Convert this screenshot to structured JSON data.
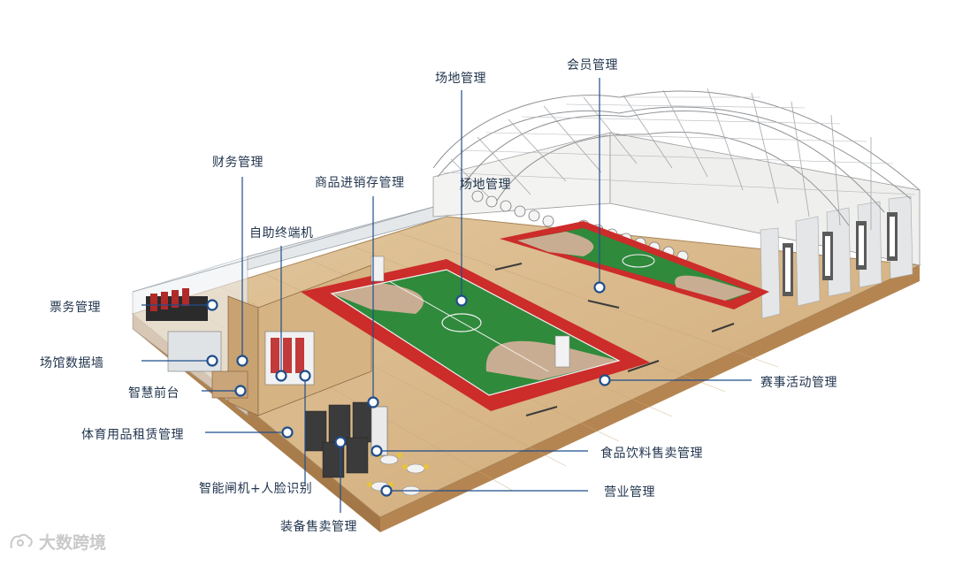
{
  "labels": {
    "venue_management": "场地管理",
    "member_management": "会员管理",
    "venue_management_2": "场地管理",
    "finance_management": "财务管理",
    "inventory_management": "商品进销存管理",
    "self_service_terminal": "自助终端机",
    "ticket_management": "票务管理",
    "venue_data_wall": "场馆数据墙",
    "smart_front_desk": "智慧前台",
    "sports_rental_management": "体育用品租赁管理",
    "gate_face_recognition": "智能闸机+人脸识别",
    "equipment_sales_management": "装备售卖管理",
    "event_activity_management": "赛事活动管理",
    "food_beverage_sales_management": "食品饮料售卖管理",
    "business_management": "营业管理"
  },
  "watermark": {
    "text": "大数跨境"
  },
  "colors": {
    "leader_line": "#1f4e8c",
    "court_green": "#2f8a3c",
    "court_red": "#cc2c2a",
    "floor_wood": "#d9b98c",
    "label_text": "#23364f"
  }
}
